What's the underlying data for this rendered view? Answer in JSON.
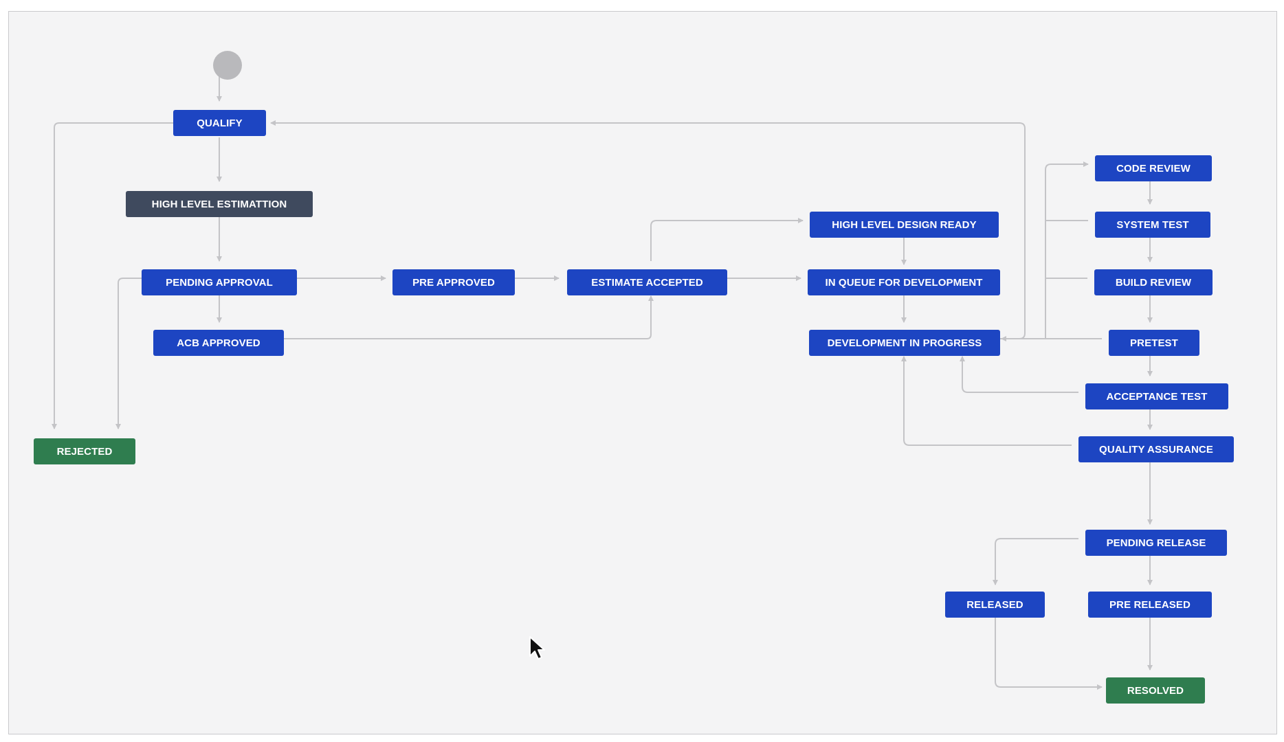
{
  "workflow": {
    "states": {
      "qualify": "QUALIFY",
      "high_level_estimation": "HIGH LEVEL ESTIMATTION",
      "pending_approval": "PENDING APPROVAL",
      "acb_approved": "ACB APPROVED",
      "pre_approved": "PRE APPROVED",
      "estimate_accepted": "ESTIMATE ACCEPTED",
      "rejected": "REJECTED",
      "high_level_design_ready": "HIGH LEVEL DESIGN READY",
      "in_queue_for_development": "IN QUEUE FOR DEVELOPMENT",
      "development_in_progress": "DEVELOPMENT IN PROGRESS",
      "code_review": "CODE REVIEW",
      "system_test": "SYSTEM TEST",
      "build_review": "BUILD REVIEW",
      "pretest": "PRETEST",
      "acceptance_test": "ACCEPTANCE TEST",
      "quality_assurance": "QUALITY ASSURANCE",
      "pending_release": "PENDING RELEASE",
      "released": "RELEASED",
      "pre_released": "PRE RELEASED",
      "resolved": "RESOLVED"
    },
    "colors": {
      "in_progress": "#1d45c2",
      "to_do": "#3f4a5e",
      "done": "#2f7d4f",
      "edge": "#c4c4c7",
      "start": "#b9b9bc",
      "canvas": "#f4f4f5"
    }
  }
}
